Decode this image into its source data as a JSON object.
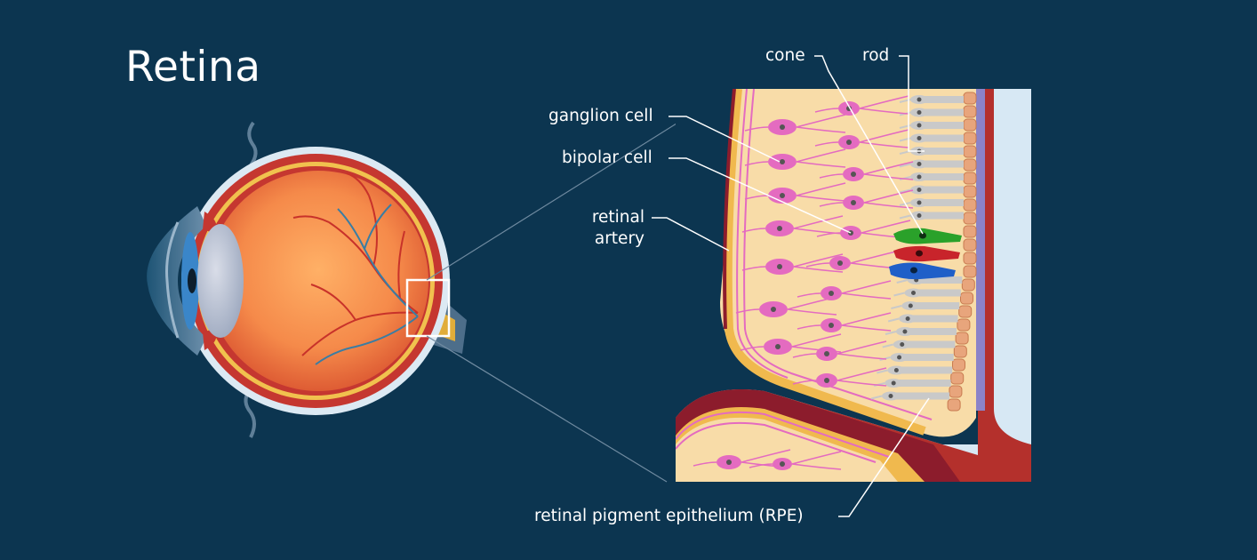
{
  "title": "Retina",
  "labels": {
    "cone": "cone",
    "rod": "rod",
    "ganglion": "ganglion cell",
    "bipolar": "bipolar cell",
    "artery_line1": "retinal",
    "artery_line2": "artery",
    "rpe": "retinal pigment epithelium (RPE)"
  },
  "colors": {
    "background": "#0c3550",
    "cone_green": "#2aa12a",
    "cone_red": "#c8242b",
    "cone_blue": "#1f5fc8",
    "ganglion_pink": "#e46bc0",
    "rod_gray": "#c9c9c9",
    "pigment_orange": "#e8a57c",
    "choroid_red": "#b4302c"
  }
}
